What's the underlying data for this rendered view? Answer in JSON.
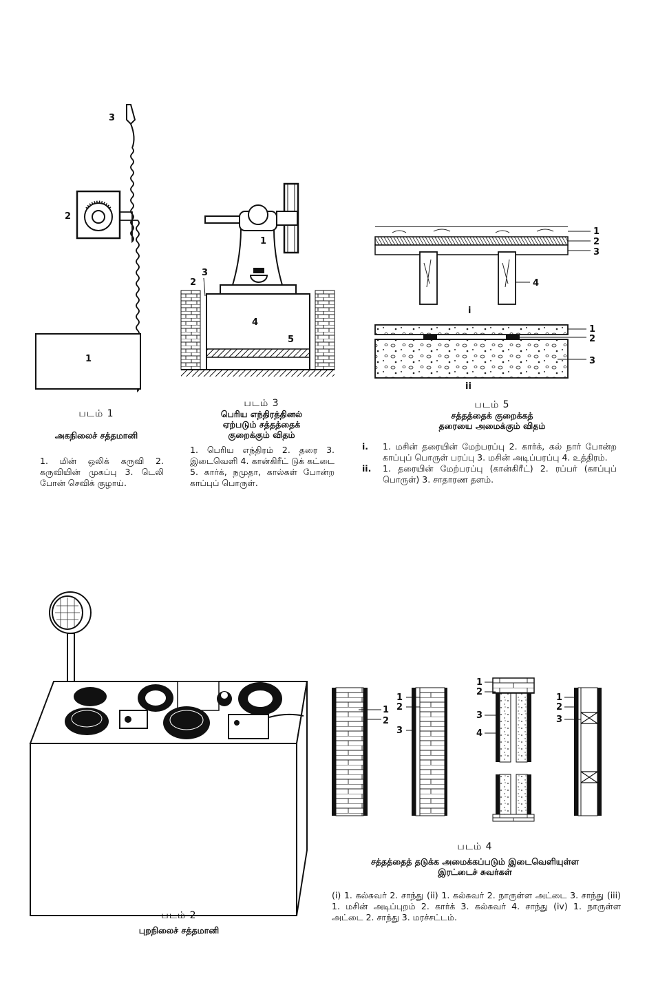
{
  "figure1": {
    "label": "படம்  1",
    "title": "அகநிலைச் சத்தமானி",
    "legend": "1. மின் ஒலிக் கருவி  2. கருவியின் முகப்பு  3. டெலி போன் செவிக் குழாய்.",
    "callouts": [
      "1",
      "2",
      "3"
    ]
  },
  "figure3": {
    "label": "படம்  3",
    "title_lines": [
      "பெரிய எந்திரத்தினல்",
      "ஏற்படும் சத்தத்தைக்",
      "குறைக்கும் விதம்"
    ],
    "legend": "1. பெரிய எந்திரம்  2. தரை 3. இடைவெளி 4. கான்கிரீட் டுக் கட்டை  5. கார்க், நமுதா, கால்கள் போன்ற காப்புப் பொருள்.",
    "callouts": [
      "1",
      "2",
      "3",
      "4",
      "5"
    ]
  },
  "figure5": {
    "label": "படம்  5",
    "title_lines": [
      "சத்தத்தைக் குறைக்கத்",
      "தரையை அமைக்கும் விதம்"
    ],
    "legend": [
      {
        "num": "i.",
        "text": "1. மசின் தரையின் மேற்பரப்பு  2. கார்க், கல் நார் போன்ற காப்புப் பொருள் பரப்பு  3. மசின் அடிப்பரப்பு  4. உத்திரம்."
      },
      {
        "num": "ii.",
        "text": "1. தரையின் மேற்பரப்பு (கான்கிரீட்)  2. ரப்பர் (காப்புப் பொருள்)  3. சாதாரண தளம்."
      }
    ],
    "callouts": [
      "1",
      "2",
      "3",
      "4",
      "i",
      "1",
      "2",
      "3",
      "ii"
    ]
  },
  "figure2": {
    "label": "படம்  2",
    "title": "புறநிலைச் சத்தமானி"
  },
  "figure4": {
    "label": "படம்  4",
    "title_lines": [
      "சத்தத்தைத் தடுக்க அமைக்கப்படும் இடைவெளியுள்ள",
      "இரட்டைச் சுவர்கள்"
    ],
    "legend": "(i)  1. கல்சுவர்  2. சாந்து    (ii)  1. கல்சுவர்  2. நாருள்ள அட்டை  3. சாந்து    (iii)  1. மசின் அடிப்புறம் 2. கார்க்  3. கல்சுவர்  4. சாந்து    (iv)  1. நாருள்ள அட்டை  2. சாந்து  3. மரச்சட்டம்.",
    "callouts": [
      "1",
      "2",
      "1",
      "2",
      "3",
      "1",
      "2",
      "3",
      "4",
      "1",
      "2",
      "3"
    ]
  }
}
